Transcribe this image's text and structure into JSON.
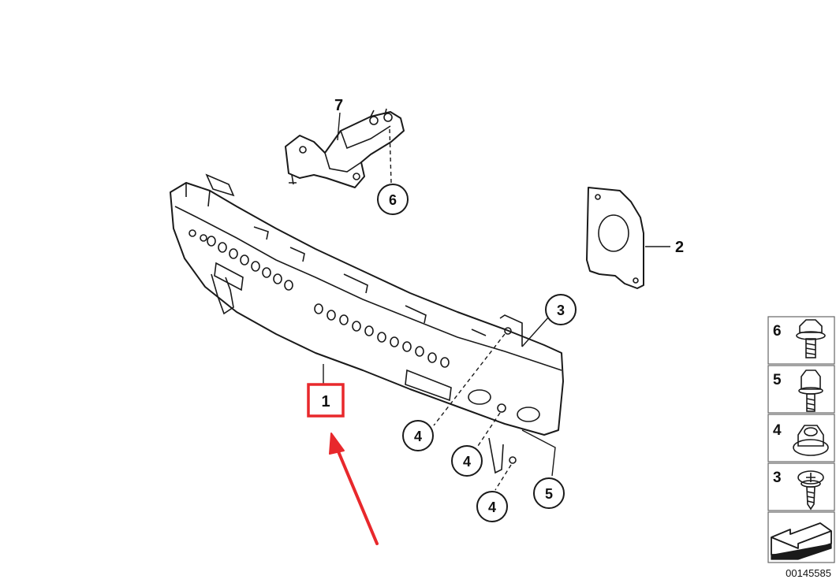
{
  "callouts": {
    "p1": "1",
    "p2": "2",
    "p3": "3",
    "p4a": "4",
    "p4b": "4",
    "p4c": "4",
    "p5": "5",
    "p6": "6",
    "p7": "7"
  },
  "legend": {
    "items": [
      "6",
      "5",
      "4",
      "3"
    ]
  },
  "catalog_number": "00145585",
  "colors": {
    "highlight": "#e8282c",
    "line": "#1a1a1a"
  }
}
